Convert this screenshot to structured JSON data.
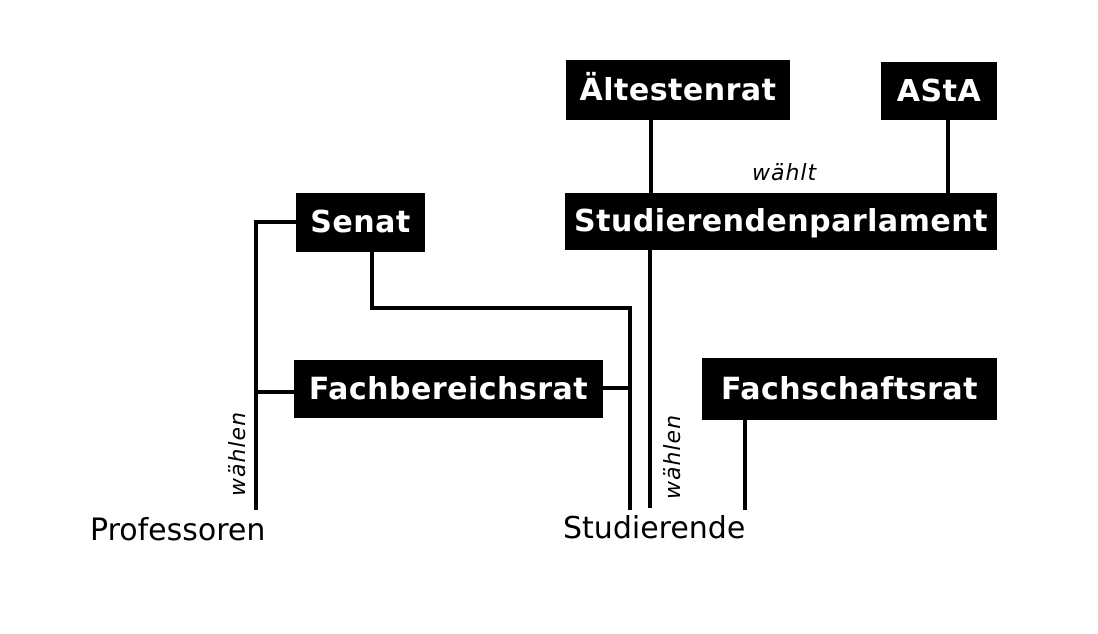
{
  "nodes": {
    "aeltestenrat": "Ältestenrat",
    "asta": "AStA",
    "studierendenparlament": "Studierendenparlament",
    "senat": "Senat",
    "fachbereichsrat": "Fachbereichsrat",
    "fachschaftsrat": "Fachschaftsrat"
  },
  "groups": {
    "professoren": "Professoren",
    "studierende": "Studierende"
  },
  "edge_labels": {
    "waehlt": "wählt",
    "waehlen_professoren": "wählen",
    "waehlen_studierende": "wählen"
  },
  "colors": {
    "box": "#000000",
    "text": "#ffffff",
    "line": "#000000"
  }
}
